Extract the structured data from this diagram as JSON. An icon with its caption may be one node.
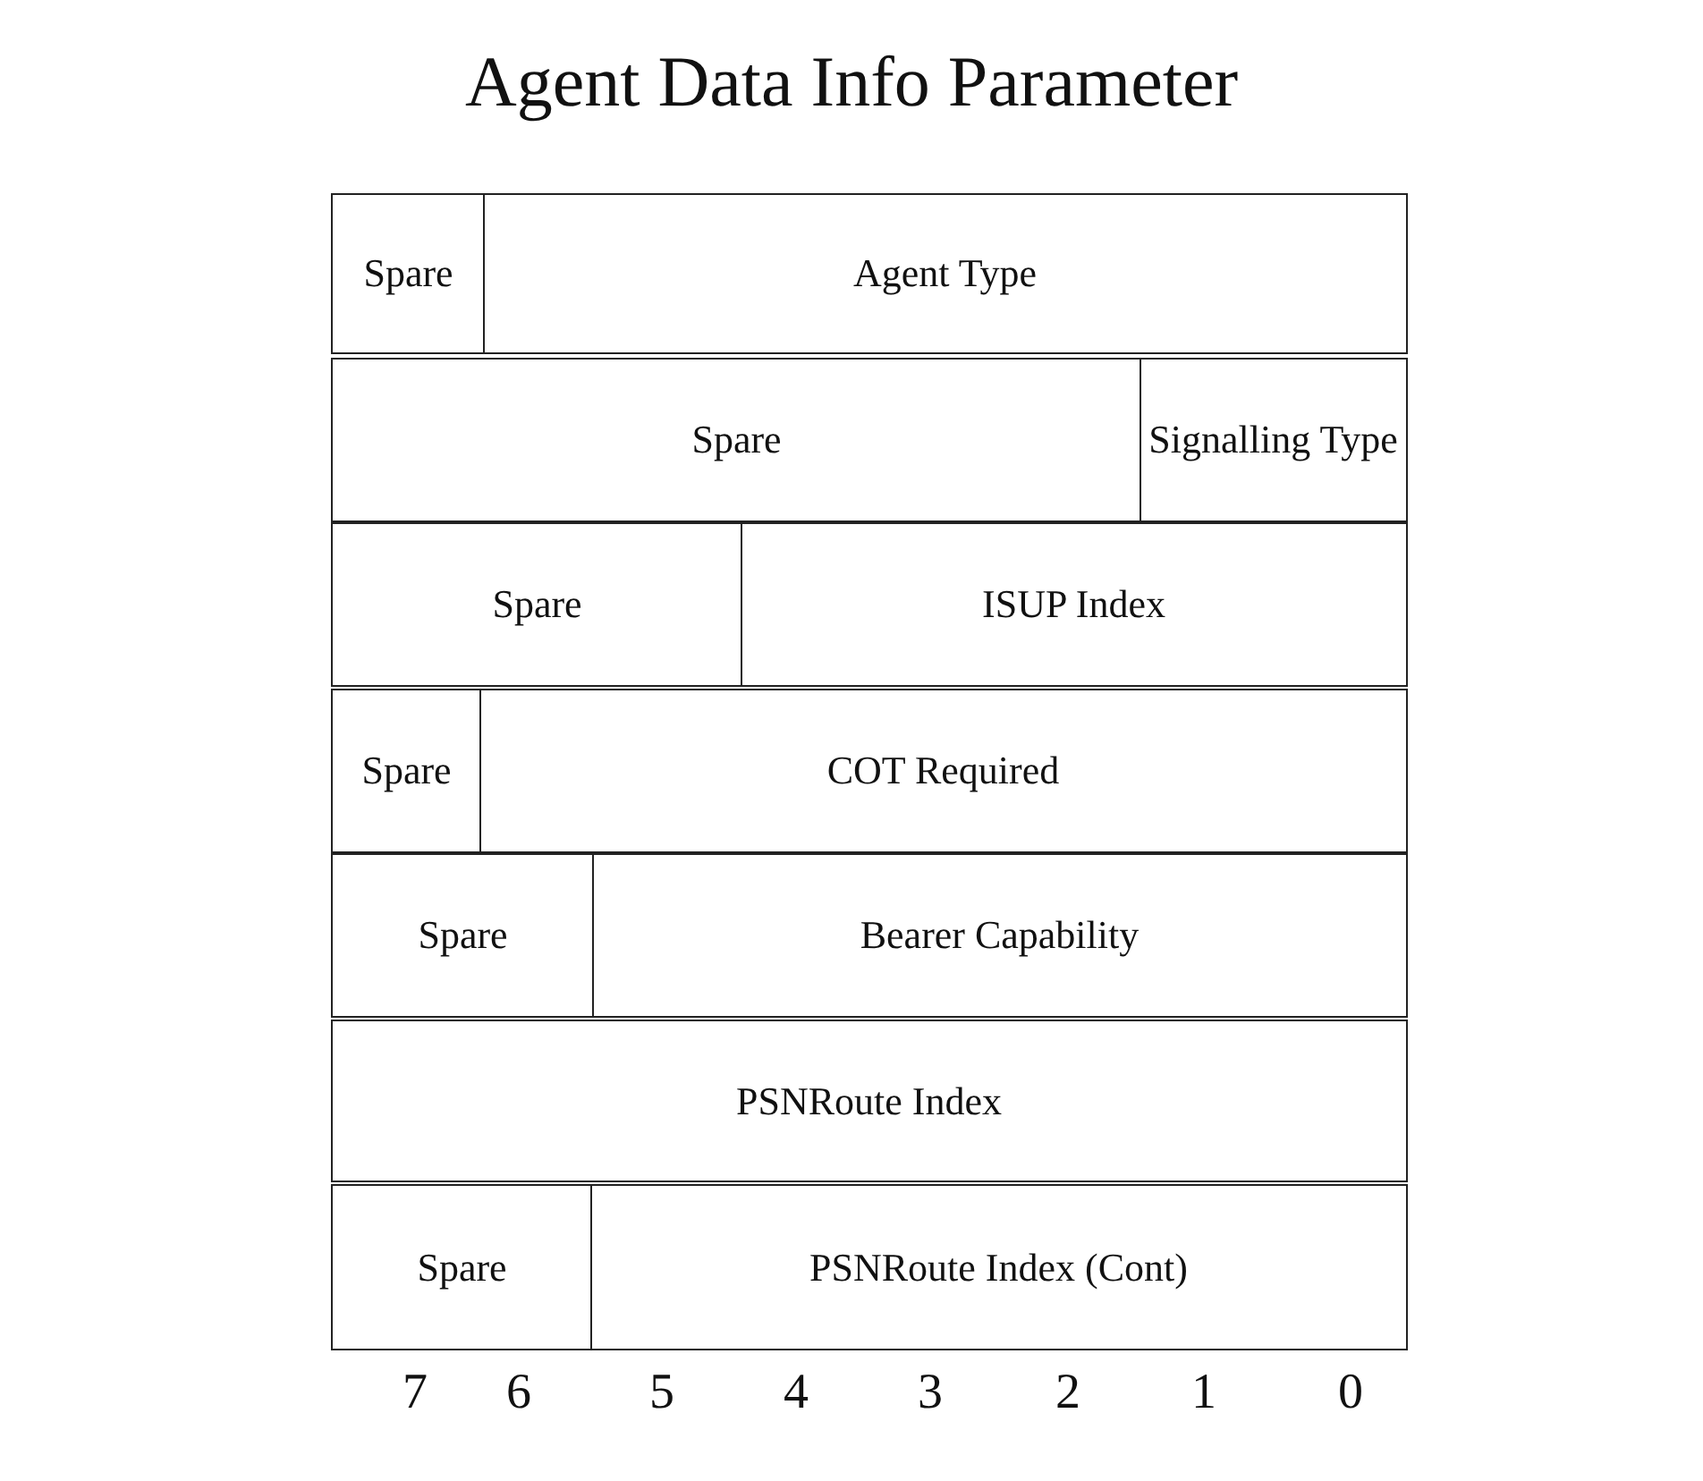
{
  "diagram": {
    "title": "Agent Data Info Parameter",
    "nodes": [
      {
        "text": [
          "Spare"
        ]
      },
      {
        "text": [
          "Agent Type"
        ]
      },
      {
        "text": [
          "Spare"
        ]
      },
      {
        "text": [
          "Signalling Type"
        ]
      },
      {
        "text": [
          "Spare"
        ]
      },
      {
        "text": [
          "ISUP Index"
        ]
      },
      {
        "text": [
          "Spare"
        ]
      },
      {
        "text": [
          "COT Required"
        ]
      },
      {
        "text": [
          "Spare"
        ]
      },
      {
        "text": [
          "Bearer Capability"
        ]
      },
      {
        "text": [
          "PSNRoute Index"
        ]
      },
      {
        "text": [
          "Spare"
        ]
      },
      {
        "text": [
          "PSNRoute Index (Cont)"
        ]
      }
    ],
    "labels": [
      "7",
      "6",
      "5",
      "4",
      "3",
      "2",
      "1",
      "0"
    ]
  }
}
